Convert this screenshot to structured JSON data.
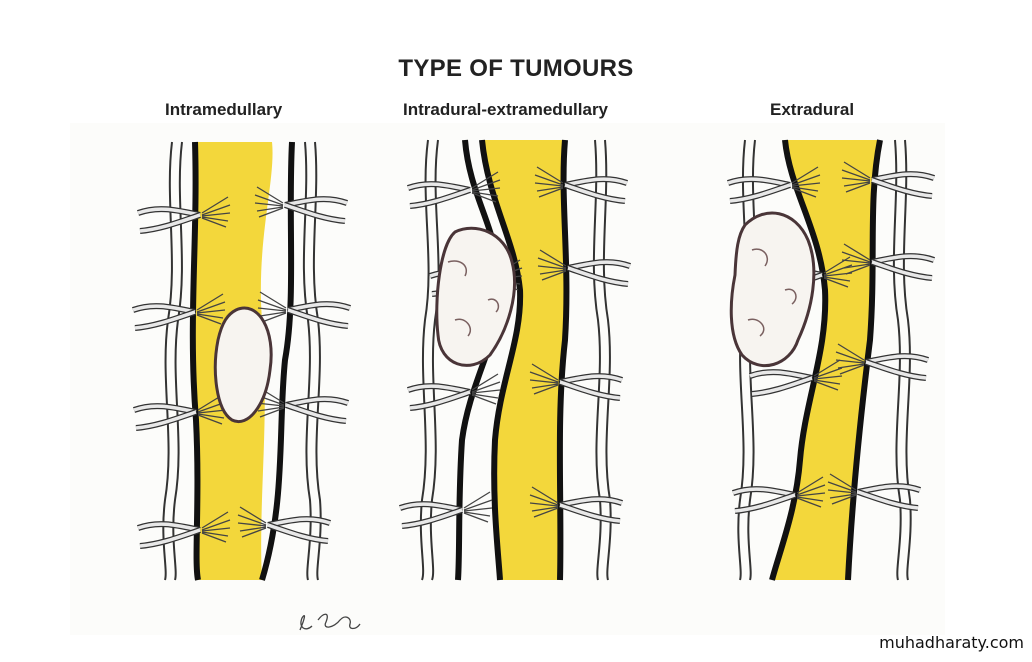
{
  "title": "TYPE OF TUMOURS",
  "panels": [
    {
      "label": "Intramedullary"
    },
    {
      "label": "Intradural-extramedullary"
    },
    {
      "label": "Extradural"
    }
  ],
  "signature": "L. Bk",
  "watermark": "muhadharaty.com",
  "colors": {
    "cord": "#f2d530",
    "dura": "#111111",
    "tumour": "#f7f4f0",
    "tumour_outline": "#4a3538",
    "root": "#e6e6e6"
  }
}
